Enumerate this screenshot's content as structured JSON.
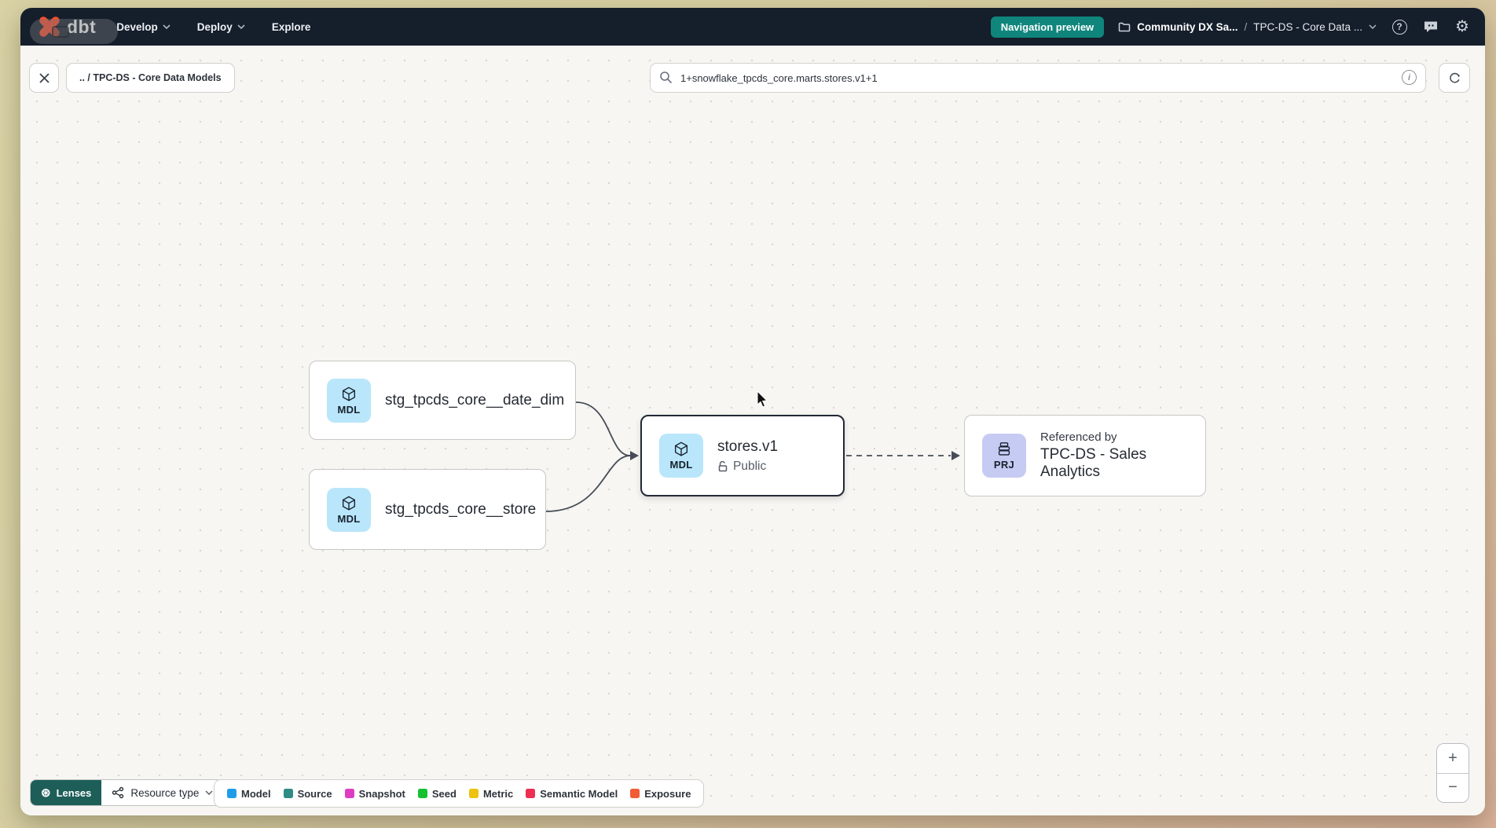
{
  "navbar": {
    "logo_text": "dbt",
    "menu_items": [
      {
        "label": "Develop"
      },
      {
        "label": "Deploy"
      },
      {
        "label": "Explore"
      }
    ],
    "preview_badge": "Navigation preview",
    "account_breadcrumb": "Community DX Sa...",
    "breadcrumb_separator": "/",
    "project_breadcrumb": "TPC-DS - Core Data ...",
    "help_glyph": "?",
    "gear_glyph": "⚙"
  },
  "toolbar": {
    "breadcrumb_chip": ".. / TPC-DS - Core Data Models",
    "search_value": "1+snowflake_tpcds_core.marts.stores.v1+1",
    "info_glyph": "i"
  },
  "graph": {
    "nodes": [
      {
        "badge": "MDL",
        "label": "stg_tpcds_core__date_dim"
      },
      {
        "badge": "MDL",
        "label": "stg_tpcds_core__store"
      },
      {
        "badge": "MDL",
        "label": "stores.v1",
        "access_label": "Public"
      },
      {
        "badge": "PRJ",
        "title": "Referenced by",
        "label": "TPC-DS - Sales Analytics"
      }
    ]
  },
  "footer": {
    "lenses_label": "Lenses",
    "lenses_icon_glyph": "⊛",
    "resource_type_label": "Resource type",
    "legend": [
      {
        "label": "Model",
        "color": "#1f9ce8"
      },
      {
        "label": "Source",
        "color": "#2e8b85"
      },
      {
        "label": "Snapshot",
        "color": "#df3cc4"
      },
      {
        "label": "Seed",
        "color": "#14c230"
      },
      {
        "label": "Metric",
        "color": "#eec211"
      },
      {
        "label": "Semantic Model",
        "color": "#ee2d52"
      },
      {
        "label": "Exposure",
        "color": "#f15b36"
      }
    ]
  },
  "zoom_controls": {
    "zoom_in": "+",
    "zoom_out": "−"
  },
  "colors": {
    "navbar_bg": "#151e2b",
    "accent_teal": "#0f857c",
    "brand_orange": "#ff4b2b",
    "model_badge_bg": "#b9e6fa",
    "project_badge_bg": "#c6cbf3",
    "canvas_bg": "#f7f6f3"
  }
}
